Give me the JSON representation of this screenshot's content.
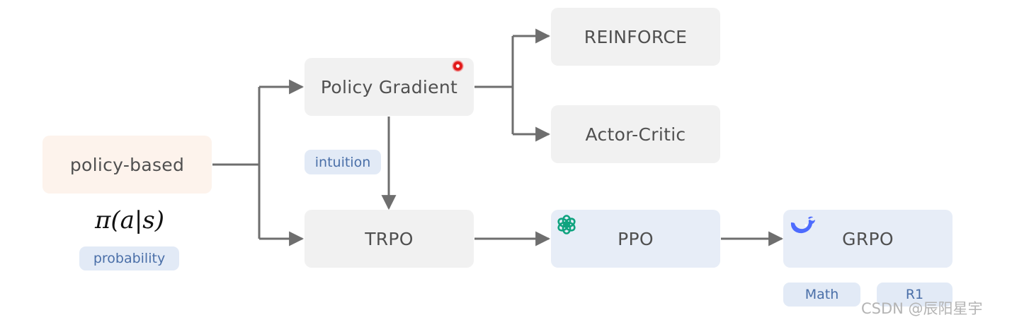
{
  "nodes": {
    "policy_based": "policy-based",
    "policy_gradient": "Policy Gradient",
    "reinforce": "REINFORCE",
    "actor_critic": "Actor-Critic",
    "trpo": "TRPO",
    "ppo": "PPO",
    "grpo": "GRPO"
  },
  "formula": "π(a|s)",
  "tags": {
    "probability": "probability",
    "intuition": "intuition",
    "math": "Math",
    "r1": "R1"
  },
  "logos": {
    "ppo": "openai-logo-icon",
    "grpo": "deepseek-whale-icon"
  },
  "colors": {
    "connector": "#6e6e6e",
    "node_gray": "#f1f1f1",
    "node_peach": "#fdf3ec",
    "node_blue": "#e7edf7",
    "tag_bg": "#e2eaf6",
    "tag_text": "#4a6fa8",
    "openai_logo": "#10a37f",
    "deepseek_logo": "#4d6bfe",
    "pointer": "#e11919"
  },
  "watermark": "CSDN @辰阳星宇"
}
